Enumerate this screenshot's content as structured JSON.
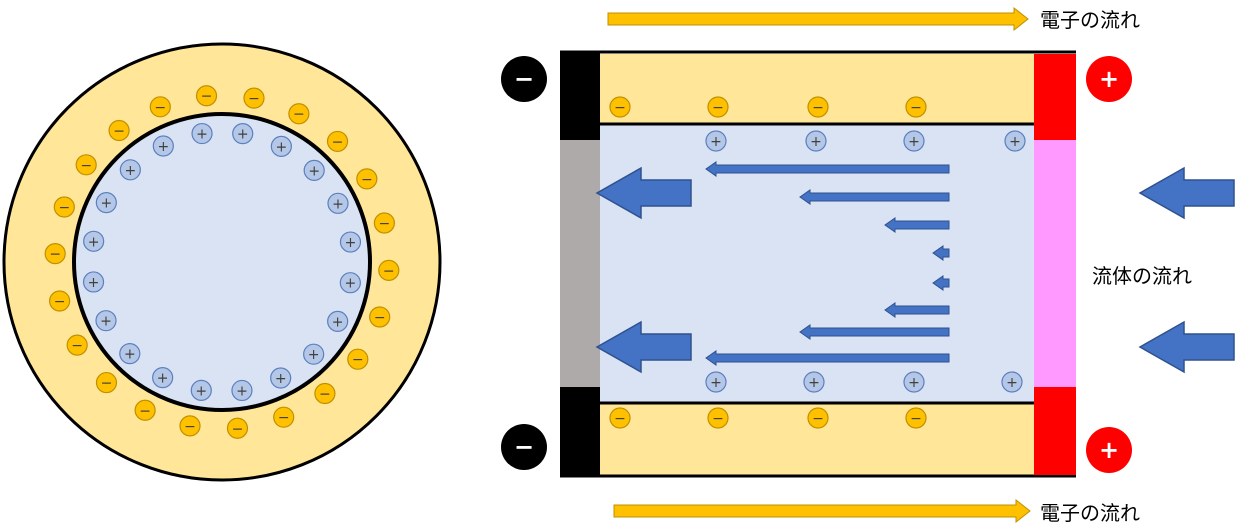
{
  "labels": {
    "electron_flow_top": "電子の流れ",
    "electron_flow_bottom": "電子の流れ",
    "fluid_flow": "流体の流れ"
  },
  "symbols": {
    "negative": "−",
    "positive": "+"
  },
  "colors": {
    "outer_layer": "#FFE699",
    "fluid": "#DAE3F3",
    "negative_ion": "#FFC000",
    "positive_ion": "#B4C7E7",
    "flow_arrow": "#4472C4",
    "electron_arrow": "#FFC000",
    "negative_electrode": "#000000",
    "positive_electrode": "#FF0000",
    "outlet_face": "#AEAAAA",
    "inlet_face": "#FF99FF"
  },
  "icons": {
    "negative_terminal": "minus-circle-icon",
    "positive_terminal": "plus-circle-icon",
    "electron_flow": "right-arrow-icon",
    "fluid_flow": "left-arrow-icon"
  }
}
